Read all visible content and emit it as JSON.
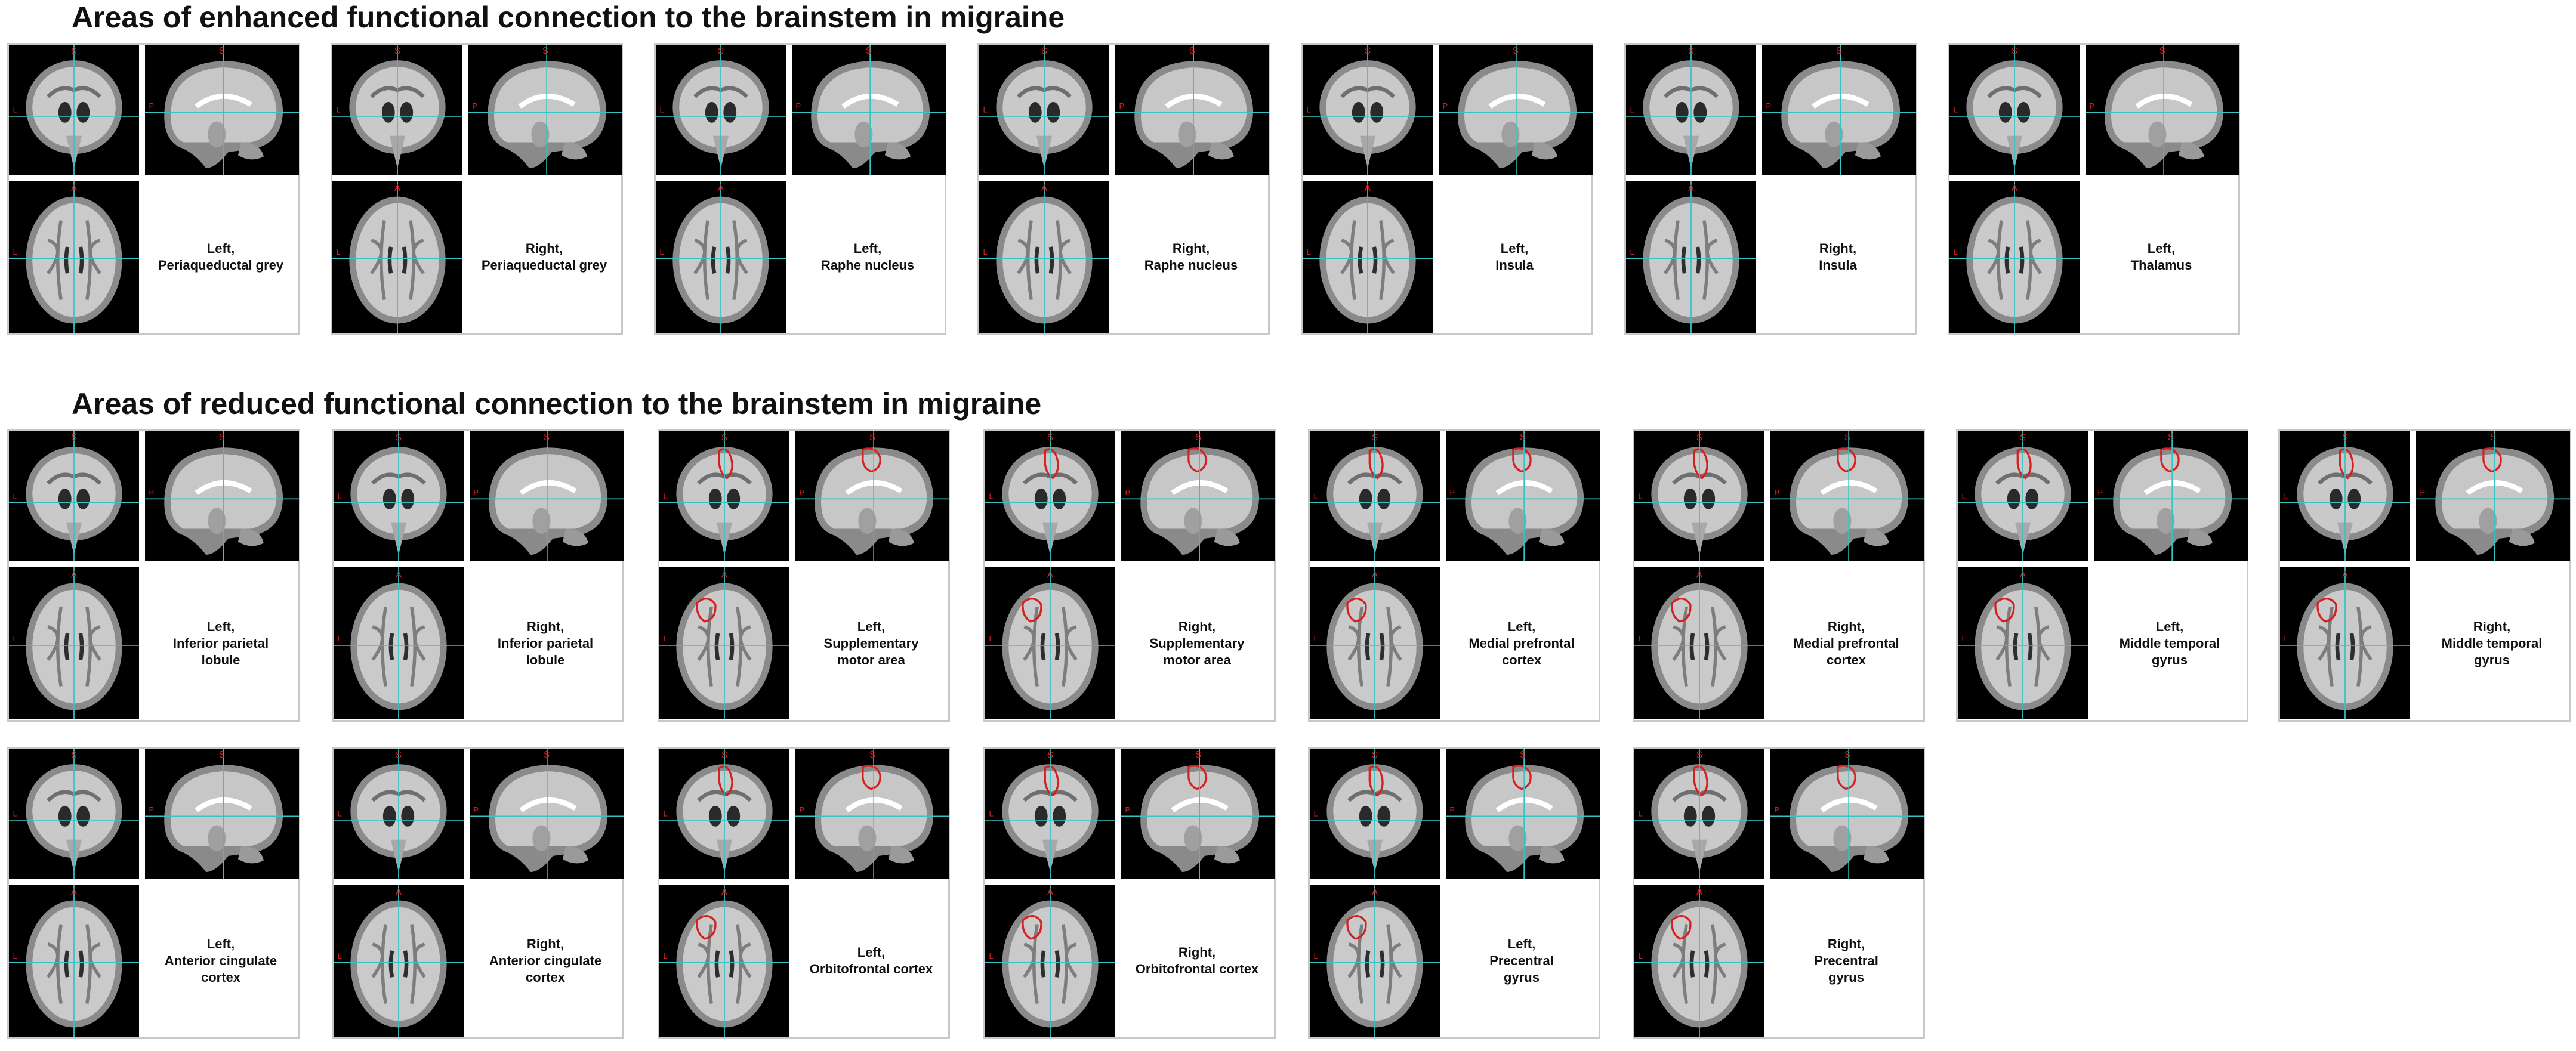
{
  "sections": {
    "enhanced": {
      "title": "Areas of enhanced functional connection to the brainstem in migraine"
    },
    "reduced": {
      "title": "Areas of reduced functional connection to the brainstem in migraine"
    }
  },
  "orientation_labels": {
    "superior": "S",
    "anterior": "A",
    "left": "L",
    "posterior": "P"
  },
  "colors": {
    "crosshair": "#35c4c4",
    "roi_outline": "#d42020",
    "background": "#000000",
    "orientation_text": "#d42020"
  },
  "panels": [
    {
      "side": "Left,",
      "region": "Periaqueductal grey",
      "roi": false
    },
    {
      "side": "Right,",
      "region": "Periaqueductal grey",
      "roi": false
    },
    {
      "side": "Left,",
      "region": "Raphe nucleus",
      "roi": false
    },
    {
      "side": "Right,",
      "region": "Raphe nucleus",
      "roi": false
    },
    {
      "side": "Left,",
      "region": "Insula",
      "roi": false
    },
    {
      "side": "Right,",
      "region": "Insula",
      "roi": false
    },
    {
      "side": "Left,",
      "region": "Thalamus",
      "roi": false
    },
    {
      "side": "Left,",
      "region": "Inferior parietal",
      "region2": "lobule",
      "roi": false
    },
    {
      "side": "Right,",
      "region": "Inferior parietal",
      "region2": "lobule",
      "roi": false
    },
    {
      "side": "Left,",
      "region": "Supplementary",
      "region2": "motor area",
      "roi": true
    },
    {
      "side": "Right,",
      "region": "Supplementary",
      "region2": "motor area",
      "roi": true
    },
    {
      "side": "Left,",
      "region": "Medial prefrontal",
      "region2": "cortex",
      "roi": true
    },
    {
      "side": "Right,",
      "region": "Medial prefrontal",
      "region2": "cortex",
      "roi": true
    },
    {
      "side": "Left,",
      "region": "Middle temporal",
      "region2": "gyrus",
      "roi": true
    },
    {
      "side": "Right,",
      "region": "Middle temporal",
      "region2": "gyrus",
      "roi": true
    },
    {
      "side": "Left,",
      "region": "Anterior cingulate",
      "region2": "cortex",
      "roi": false
    },
    {
      "side": "Right,",
      "region": "Anterior cingulate",
      "region2": "cortex",
      "roi": false
    },
    {
      "side": "Left,",
      "region": "Orbitofrontal cortex",
      "roi": true
    },
    {
      "side": "Right,",
      "region": "Orbitofrontal cortex",
      "roi": true
    },
    {
      "side": "Left,",
      "region": "Precentral",
      "region2": "gyrus",
      "roi": true
    },
    {
      "side": "Right,",
      "region": "Precentral",
      "region2": "gyrus",
      "roi": true
    }
  ]
}
